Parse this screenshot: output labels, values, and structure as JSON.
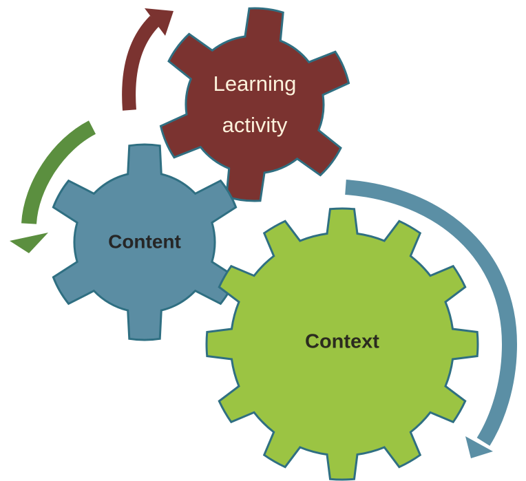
{
  "gears": {
    "learning": {
      "line1": "Learning",
      "line2": "activity",
      "fill": "#7b3330",
      "text_color": "#fdf2dc"
    },
    "content": {
      "label": "Content",
      "fill": "#5b8da3",
      "text_color": "#262626"
    },
    "context": {
      "label": "Context",
      "fill": "#9bc443",
      "text_color": "#2b2b1f"
    }
  },
  "gear_outline_color": "#2f6f82",
  "arrows": {
    "top_arrow_color": "#7b3330",
    "left_arrow_color": "#5b8f3f",
    "right_arrow_color": "#5b8fa5"
  }
}
